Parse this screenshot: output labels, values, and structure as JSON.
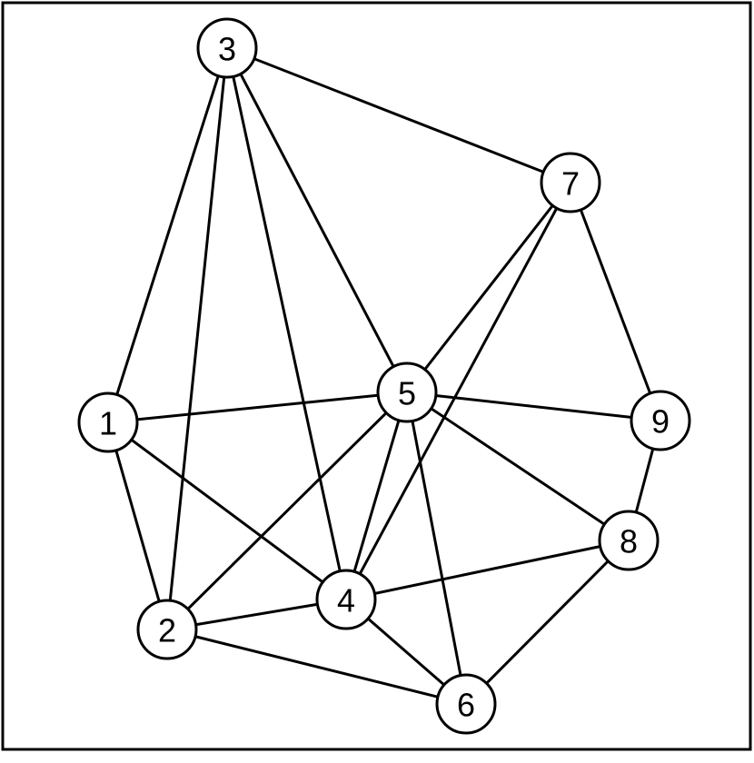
{
  "graph": {
    "nodes": [
      {
        "id": "1",
        "label": "1"
      },
      {
        "id": "2",
        "label": "2"
      },
      {
        "id": "3",
        "label": "3"
      },
      {
        "id": "4",
        "label": "4"
      },
      {
        "id": "5",
        "label": "5"
      },
      {
        "id": "6",
        "label": "6"
      },
      {
        "id": "7",
        "label": "7"
      },
      {
        "id": "8",
        "label": "8"
      },
      {
        "id": "9",
        "label": "9"
      }
    ],
    "edges": [
      [
        "3",
        "7"
      ],
      [
        "3",
        "1"
      ],
      [
        "3",
        "2"
      ],
      [
        "3",
        "4"
      ],
      [
        "3",
        "5"
      ],
      [
        "7",
        "5"
      ],
      [
        "7",
        "4"
      ],
      [
        "7",
        "9"
      ],
      [
        "1",
        "5"
      ],
      [
        "1",
        "2"
      ],
      [
        "1",
        "4"
      ],
      [
        "5",
        "9"
      ],
      [
        "5",
        "2"
      ],
      [
        "5",
        "4"
      ],
      [
        "5",
        "6"
      ],
      [
        "5",
        "8"
      ],
      [
        "9",
        "8"
      ],
      [
        "8",
        "4"
      ],
      [
        "8",
        "6"
      ],
      [
        "2",
        "4"
      ],
      [
        "2",
        "6"
      ],
      [
        "4",
        "6"
      ]
    ]
  }
}
